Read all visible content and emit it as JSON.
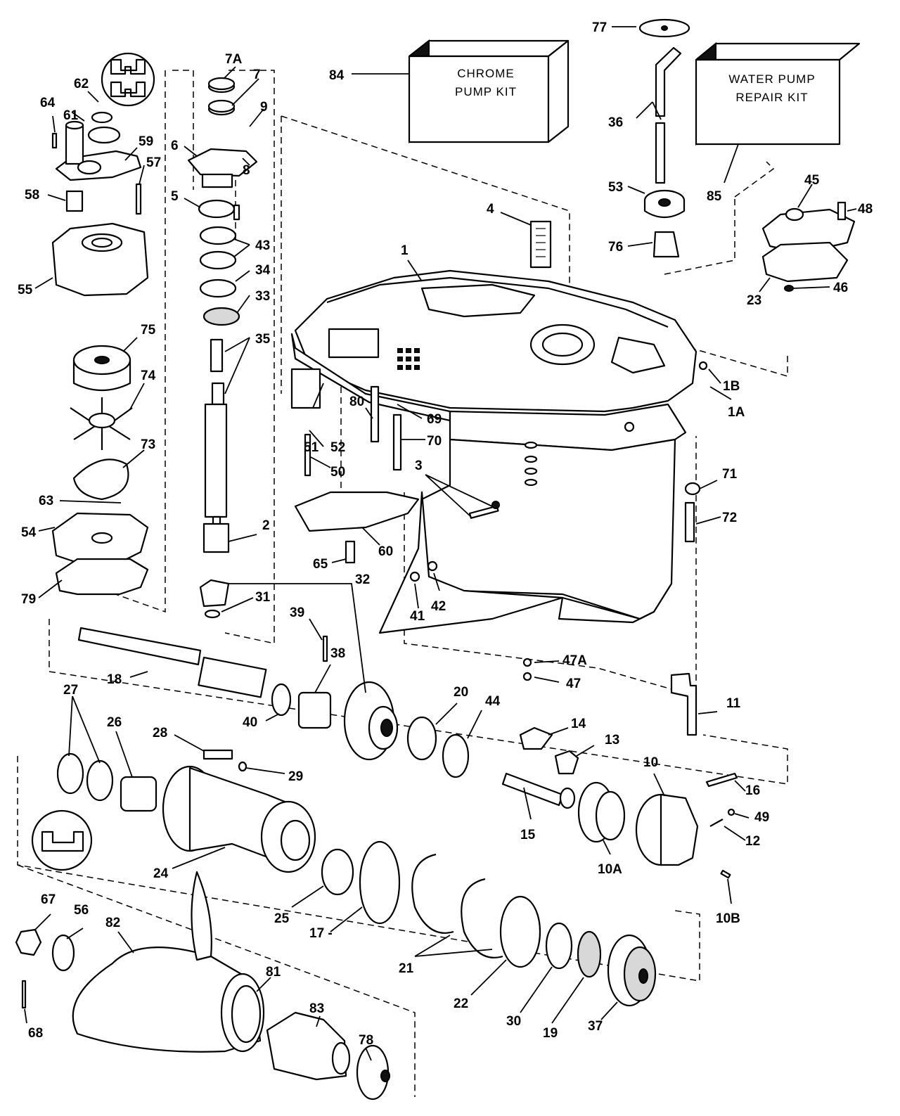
{
  "kits": {
    "chrome_pump_kit": {
      "line1": "CHROME",
      "line2": "PUMP KIT"
    },
    "water_pump_repair_kit": {
      "line1": "WATER PUMP",
      "line2": "REPAIR KIT"
    }
  },
  "callouts": {
    "c1": "1",
    "c1A": "1A",
    "c1B": "1B",
    "c2": "2",
    "c3": "3",
    "c4": "4",
    "c5": "5",
    "c6": "6",
    "c7": "7",
    "c7A": "7A",
    "c8": "8",
    "c9": "9",
    "c10": "10",
    "c10A": "10A",
    "c10B": "10B",
    "c11": "11",
    "c12": "12",
    "c13": "13",
    "c14": "14",
    "c15": "15",
    "c16": "16",
    "c17": "17 -",
    "c18": "18",
    "c19": "19",
    "c20": "20",
    "c21": "21",
    "c22": "22",
    "c23": "23",
    "c24": "24",
    "c25": "25",
    "c26": "26",
    "c27": "27",
    "c28": "28",
    "c29": "29",
    "c30": "30",
    "c31": "31",
    "c32": "32",
    "c33": "33",
    "c34": "34",
    "c35": "35",
    "c36": "36",
    "c37": "37",
    "c38": "38",
    "c39": "39",
    "c40": "40",
    "c41": "41",
    "c42": "42",
    "c43": "43",
    "c44": "44",
    "c45": "45",
    "c46": "46",
    "c47": "47",
    "c47A": "47A",
    "c48": "48",
    "c49": "49",
    "c50": "50",
    "c51": "51",
    "c52": "52",
    "c53": "53",
    "c54": "54",
    "c55": "55",
    "c56": "56",
    "c57": "57",
    "c58": "58",
    "c59": "59",
    "c60": "60",
    "c61": "61",
    "c62": "62",
    "c63": "63",
    "c64": "64",
    "c65": "65",
    "c67": "67",
    "c68": "68",
    "c69": "69",
    "c70": "70",
    "c71": "71",
    "c72": "72",
    "c73": "73",
    "c74": "74",
    "c75": "75",
    "c76": "76",
    "c77": "77",
    "c78": "78",
    "c79": "79",
    "c80": "80",
    "c81": "81",
    "c82": "82",
    "c83": "83",
    "c84": "84",
    "c85": "85"
  }
}
